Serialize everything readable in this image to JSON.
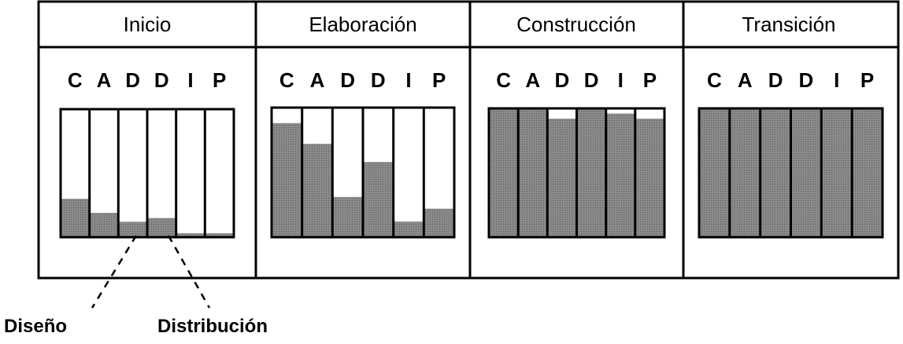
{
  "phases": [
    {
      "name": "Inicio",
      "levels": [
        0.3,
        0.19,
        0.12,
        0.15,
        0.03,
        0.03
      ]
    },
    {
      "name": "Elaboración",
      "levels": [
        0.88,
        0.72,
        0.31,
        0.58,
        0.12,
        0.22
      ]
    },
    {
      "name": "Construcción",
      "levels": [
        1.0,
        1.0,
        0.92,
        1.0,
        0.96,
        0.92
      ]
    },
    {
      "name": "Transición",
      "levels": [
        1.0,
        1.0,
        1.0,
        1.0,
        1.0,
        1.0
      ]
    }
  ],
  "disciplines": [
    "C",
    "A",
    "D",
    "D",
    "I",
    "P"
  ],
  "callouts": {
    "left": "Diseño",
    "right": "Distribución"
  },
  "colors": {
    "fill": "#8a8a8a",
    "border": "#000000",
    "background": "#ffffff"
  }
}
